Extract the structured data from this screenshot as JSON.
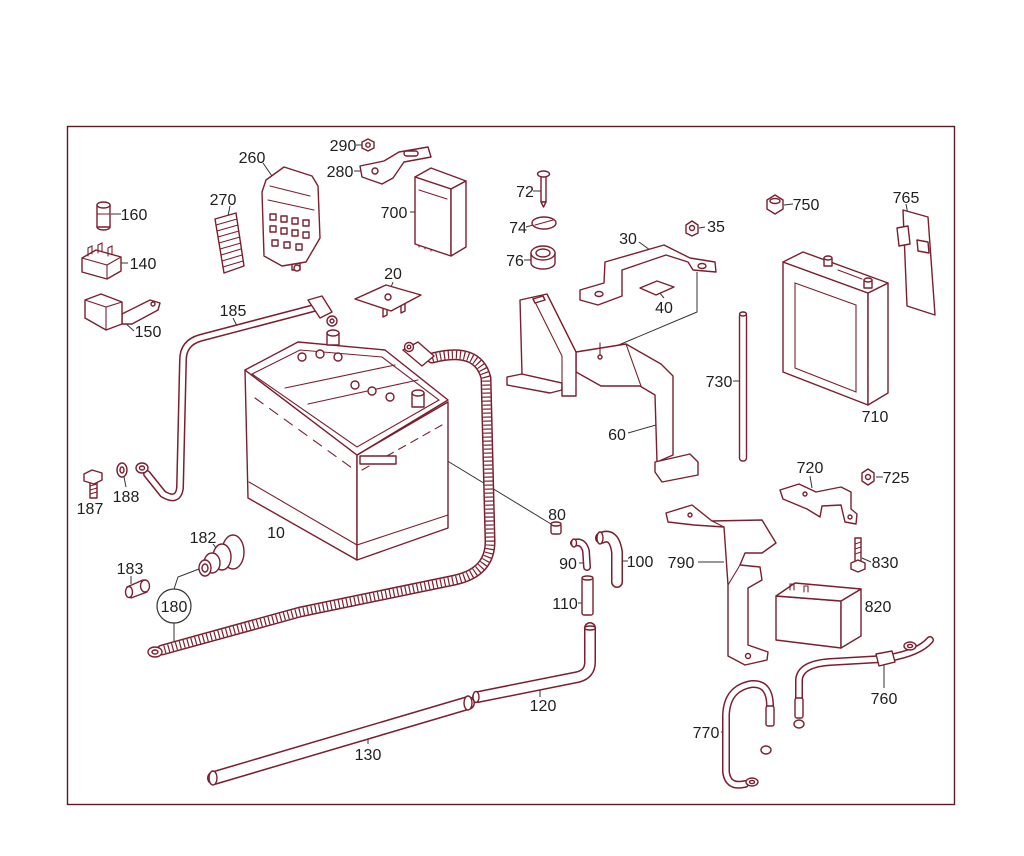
{
  "colors": {
    "line": "#7b1f2e",
    "text": "#1e1e1e",
    "frame": "#5c1a24",
    "background": "#ffffff"
  },
  "callouts": [
    "290",
    "280",
    "260",
    "270",
    "160",
    "140",
    "150",
    "185",
    "700",
    "72",
    "74",
    "76",
    "20",
    "35",
    "30",
    "40",
    "750",
    "765",
    "710",
    "730",
    "60",
    "10",
    "187",
    "188",
    "182",
    "183",
    "180",
    "80",
    "90",
    "100",
    "110",
    "120",
    "130",
    "790",
    "720",
    "725",
    "830",
    "820",
    "760",
    "770"
  ]
}
